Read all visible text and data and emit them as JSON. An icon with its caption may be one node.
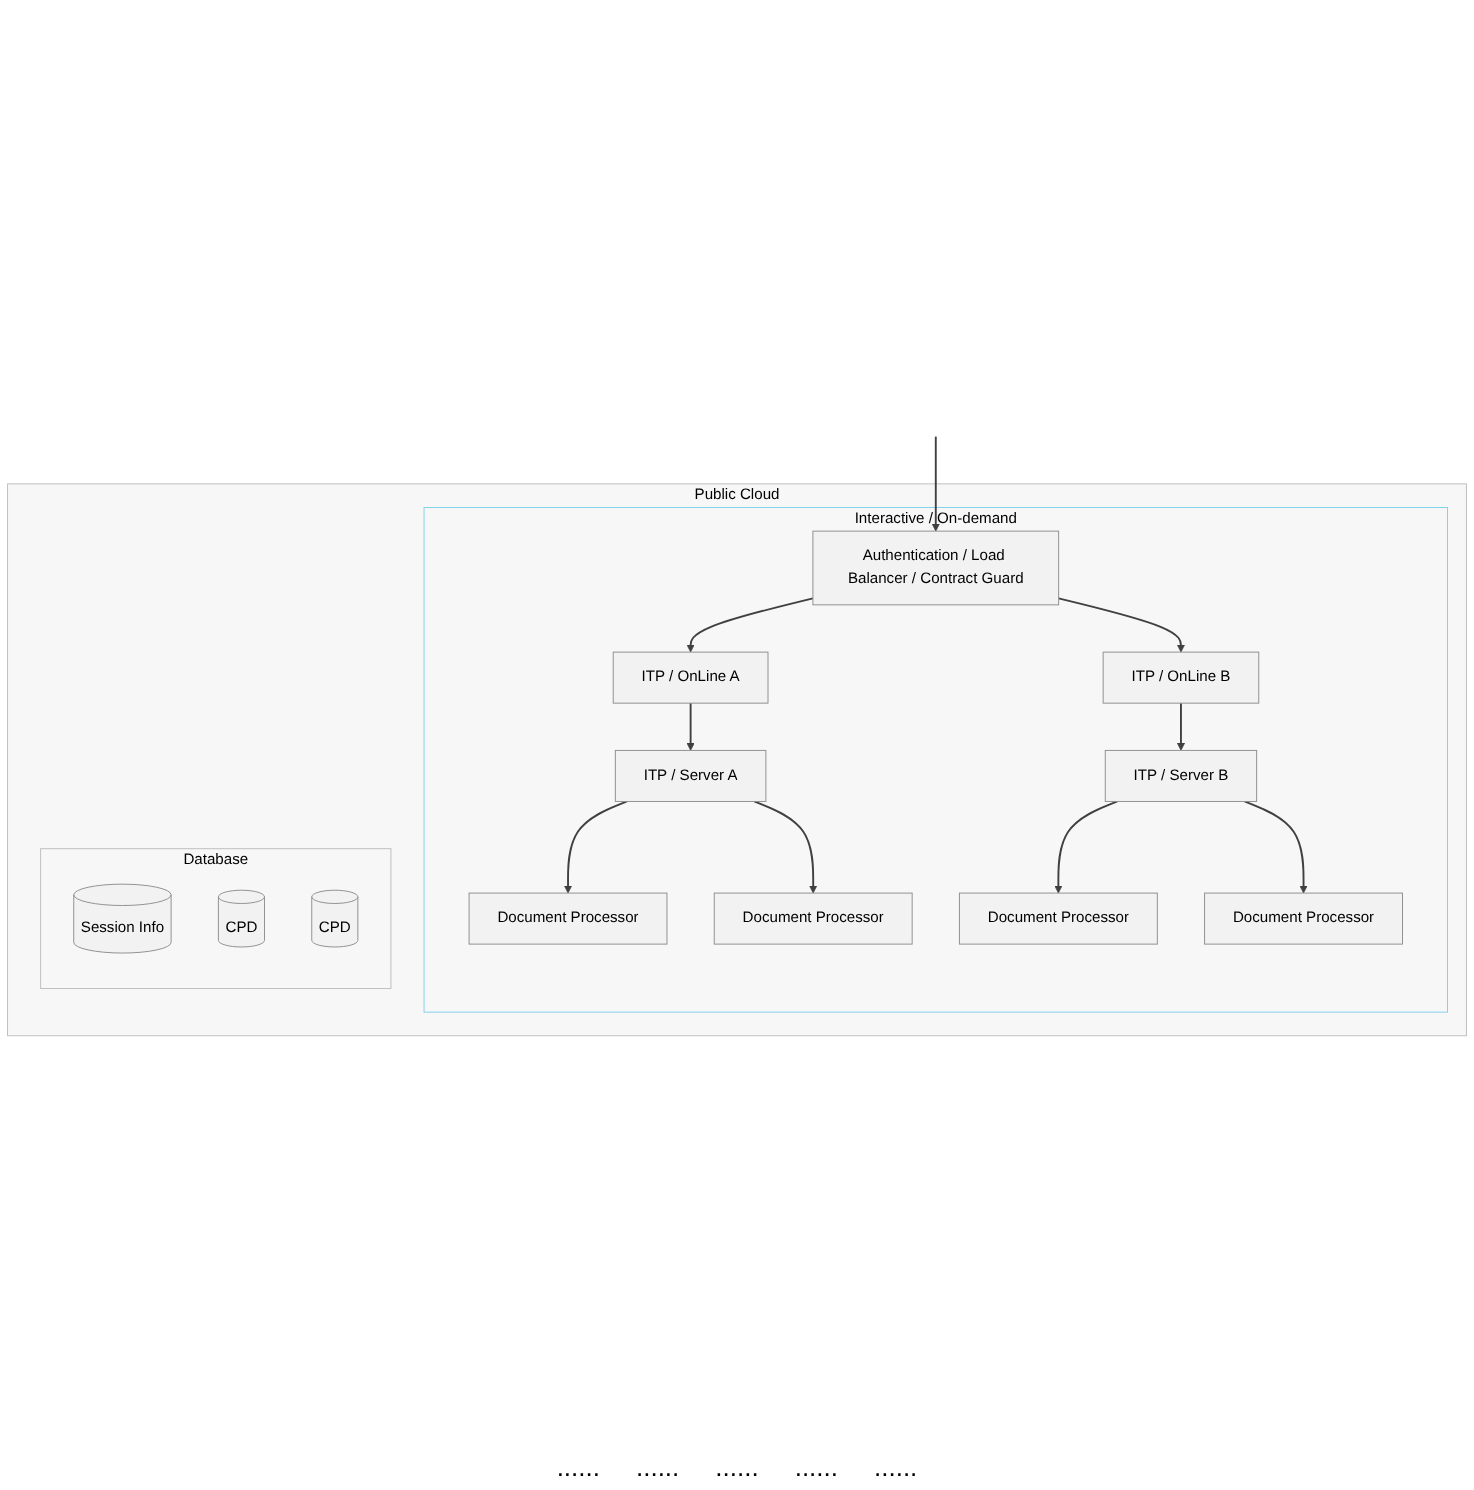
{
  "diagram": {
    "nodes": [
      {
        "text": [
          "Public Cloud"
        ]
      },
      {
        "text": [
          "Interactive / On-demand"
        ],
        "in": 0
      },
      {
        "text": [
          "Authentication / Load Balancer / Contract Guard"
        ],
        "in": 1
      },
      {
        "text": [
          "ITP / OnLine A"
        ],
        "in": 1
      },
      {
        "text": [
          "ITP / OnLine B"
        ],
        "in": 1
      },
      {
        "text": [
          "ITP / Server A"
        ],
        "in": 1
      },
      {
        "text": [
          "ITP / Server B"
        ],
        "in": 1
      },
      {
        "text": [
          "Document Processor"
        ],
        "in": 1
      },
      {
        "text": [
          "Document Processor"
        ],
        "in": 1
      },
      {
        "text": [
          "Document Processor"
        ],
        "in": 1
      },
      {
        "text": [
          "Document Processor"
        ],
        "in": 1
      },
      {
        "text": [
          "Database"
        ],
        "in": 0
      },
      {
        "text": [
          "Session Info"
        ],
        "in": 11
      },
      {
        "text": [
          "CPD"
        ],
        "in": 11
      },
      {
        "text": [
          "CPD"
        ],
        "in": 11
      }
    ],
    "edges": [
      {
        "from": null,
        "to": 2,
        "arrow": "to"
      },
      {
        "from": 2,
        "to": 3,
        "arrow": "to"
      },
      {
        "from": 2,
        "to": 4,
        "arrow": "to"
      },
      {
        "from": 3,
        "to": 5,
        "arrow": "to"
      },
      {
        "from": 4,
        "to": 6,
        "arrow": "to"
      },
      {
        "from": 5,
        "to": 7,
        "arrow": "to"
      },
      {
        "from": 5,
        "to": 8,
        "arrow": "to"
      },
      {
        "from": 6,
        "to": 9,
        "arrow": "to"
      },
      {
        "from": 6,
        "to": 10,
        "arrow": "to"
      }
    ],
    "labels": [
      "......",
      "......",
      "......",
      "......",
      "......"
    ]
  }
}
